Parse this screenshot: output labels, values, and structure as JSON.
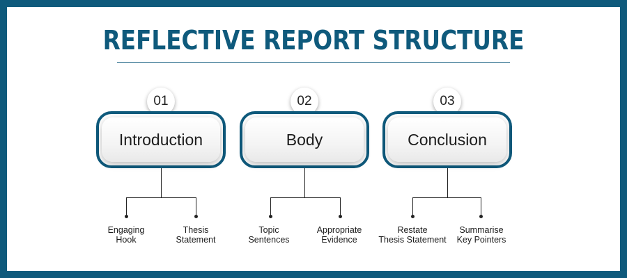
{
  "title": "REFLECTIVE REPORT STRUCTURE",
  "steps": [
    {
      "number": "01",
      "label": "Introduction",
      "points": [
        {
          "line1": "Engaging",
          "line2": "Hook"
        },
        {
          "line1": "Thesis",
          "line2": "Statement"
        }
      ]
    },
    {
      "number": "02",
      "label": "Body",
      "points": [
        {
          "line1": "Topic",
          "line2": "Sentences"
        },
        {
          "line1": "Appropriate",
          "line2": "Evidence"
        }
      ]
    },
    {
      "number": "03",
      "label": "Conclusion",
      "points": [
        {
          "line1": "Restate",
          "line2": "Thesis Statement"
        },
        {
          "line1": "Summarise",
          "line2": "Key Pointers"
        }
      ]
    }
  ],
  "colors": {
    "frame": "#0f5a7c",
    "accent": "#0f5a7c",
    "background": "#ffffff"
  }
}
